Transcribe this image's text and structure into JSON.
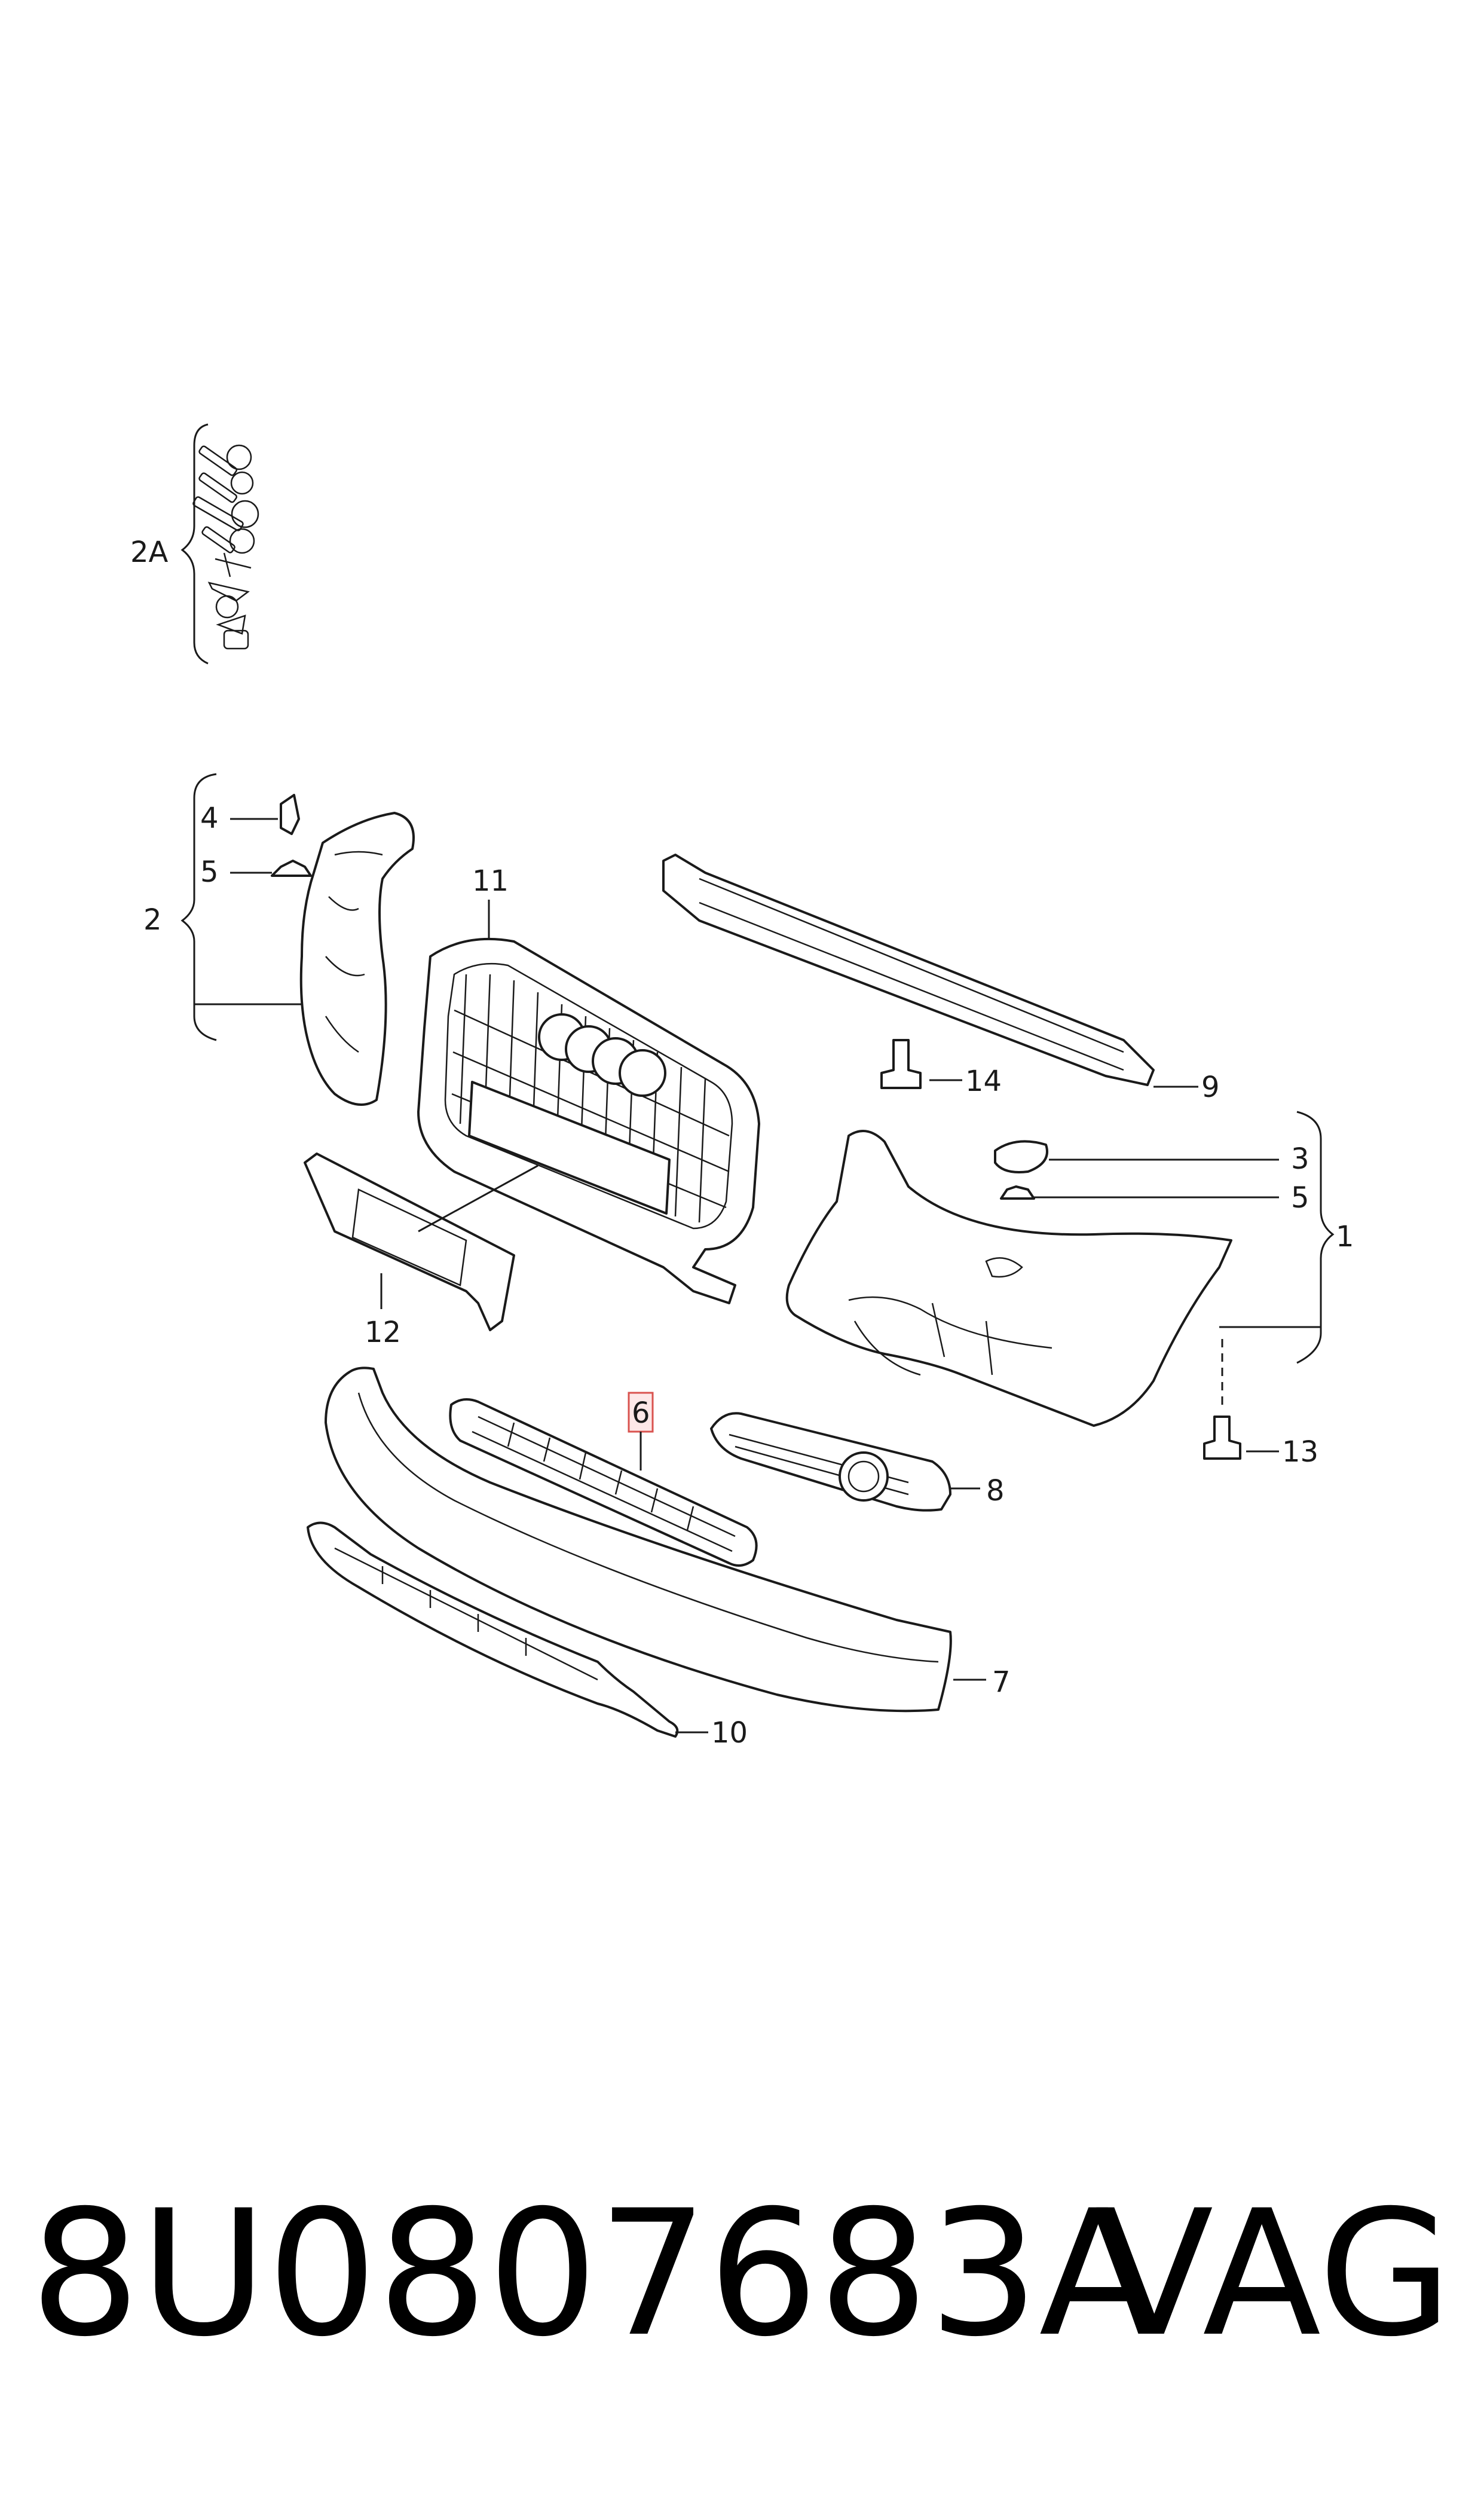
{
  "diagram": {
    "callouts": {
      "c_2A": "2A",
      "c_4": "4",
      "c_5_left": "5",
      "c_2": "2",
      "c_11": "11",
      "c_12": "12",
      "c_14": "14",
      "c_9": "9",
      "c_3": "3",
      "c_5_right": "5",
      "c_1": "1",
      "c_13": "13",
      "c_6": "6",
      "c_8": "8",
      "c_7": "7",
      "c_10": "10"
    },
    "highlighted_callout": "6"
  },
  "footer": {
    "part_number": "8U0807683A",
    "brand": "VAG"
  }
}
